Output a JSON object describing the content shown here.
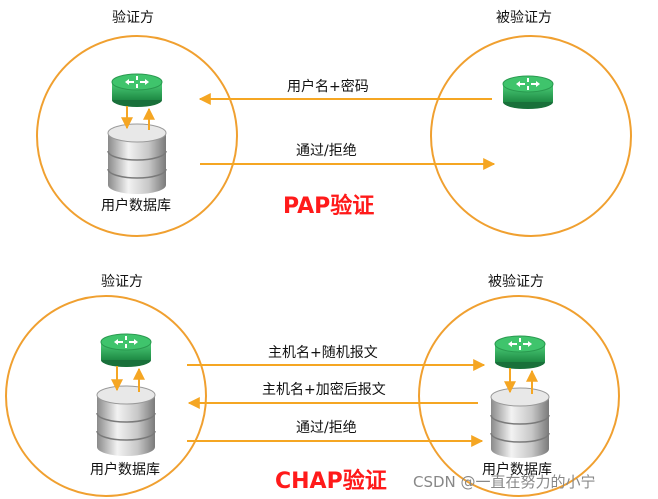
{
  "pap": {
    "left_title": "验证方",
    "right_title": "被验证方",
    "arrow1": "用户名+密码",
    "arrow2": "通过/拒绝",
    "db_label": "用户数据库",
    "caption": "PAP验证"
  },
  "chap": {
    "left_title": "验证方",
    "right_title": "被验证方",
    "arrow1": "主机名+随机报文",
    "arrow2": "主机名+加密后报文",
    "arrow3": "通过/拒绝",
    "db_label_left": "用户数据库",
    "db_label_right": "用户数据库",
    "caption": "CHAP验证"
  },
  "watermark": "CSDN @一直在努力的小宁",
  "colors": {
    "circle": "#f0a030",
    "arrow": "#f5a623",
    "router": "#2eaa55",
    "caption": "#ff1a1a"
  }
}
